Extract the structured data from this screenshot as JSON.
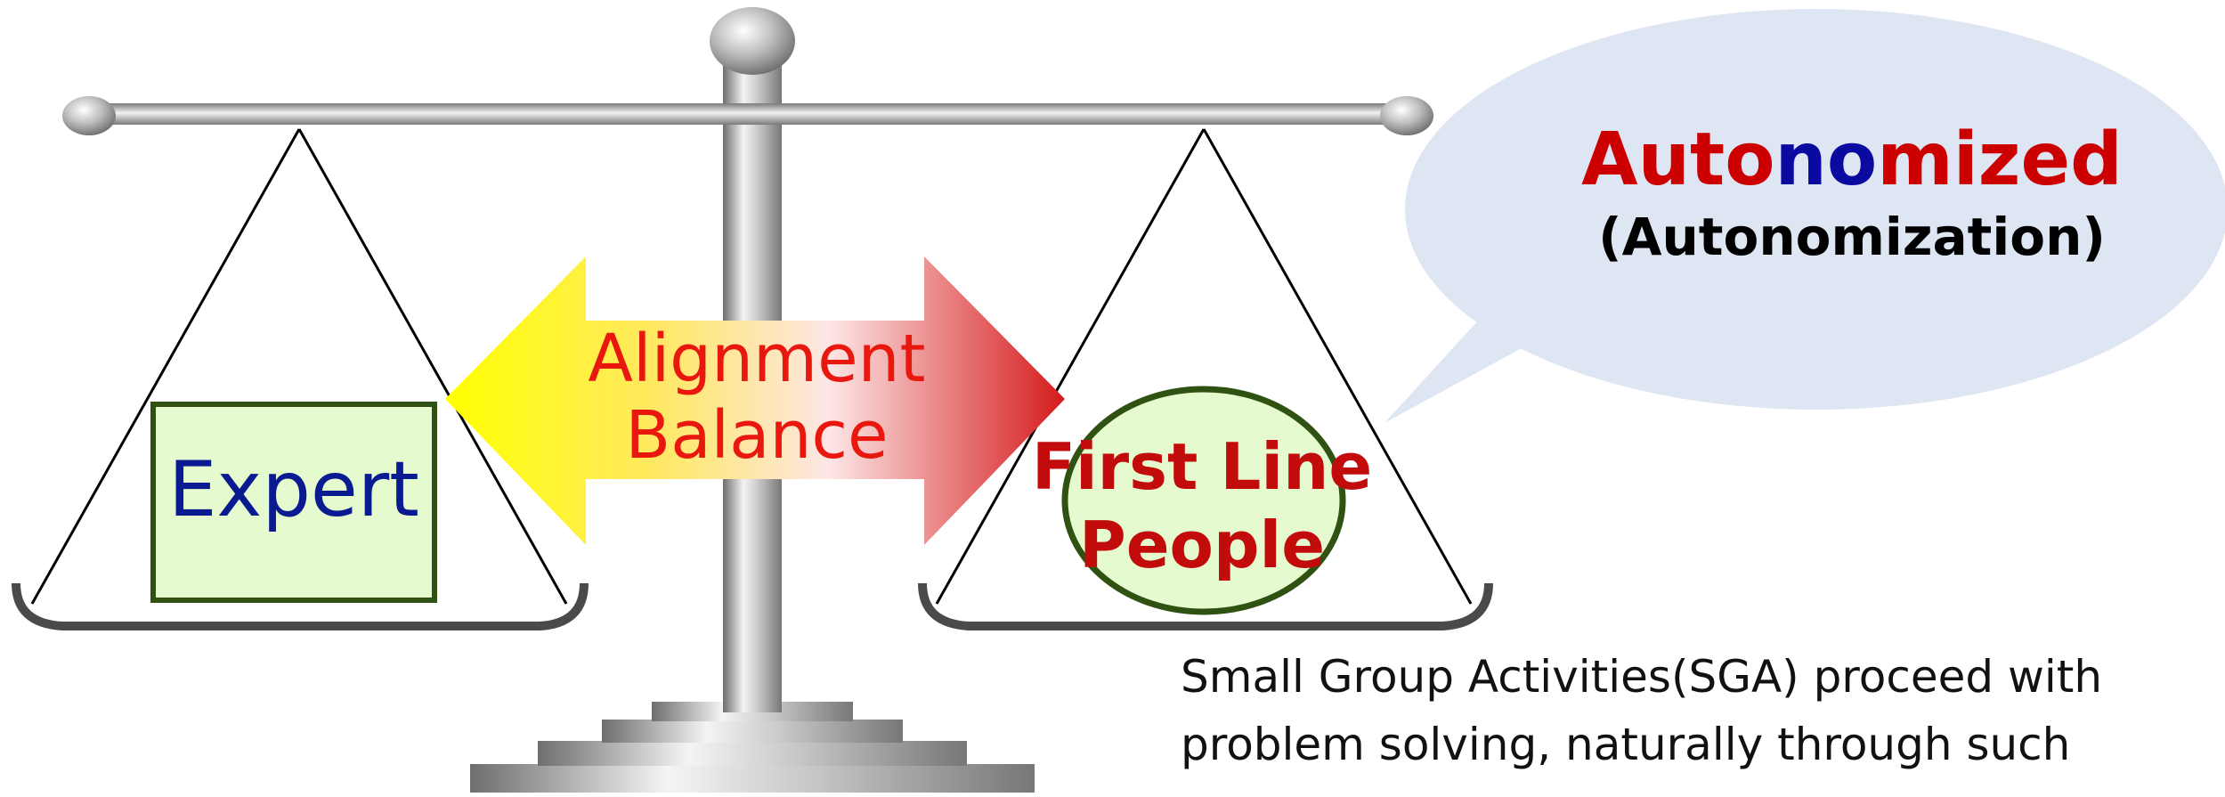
{
  "left_pan": {
    "label": "Expert"
  },
  "arrow": {
    "line1": "Alignment",
    "line2": "Balance"
  },
  "right_pan": {
    "line1": "First Line",
    "line2": "People"
  },
  "bubble": {
    "title_part1": "Auto",
    "title_part2": "no",
    "title_part3": "mized",
    "subtitle": "(Autonomization)"
  },
  "caption": {
    "line1": "Small Group Activities(SGA) proceed with",
    "line2": "problem solving, naturally through such"
  },
  "colors": {
    "expert_text": "#0a1a90",
    "arrow_text": "#e8180e",
    "first_line_text": "#c20c0c",
    "title_red": "#cc0000",
    "title_blue": "#0a0aa0",
    "box_fill": "#e6fad0",
    "box_border": "#2f5212",
    "bubble_fill": "#dfe6f3"
  }
}
